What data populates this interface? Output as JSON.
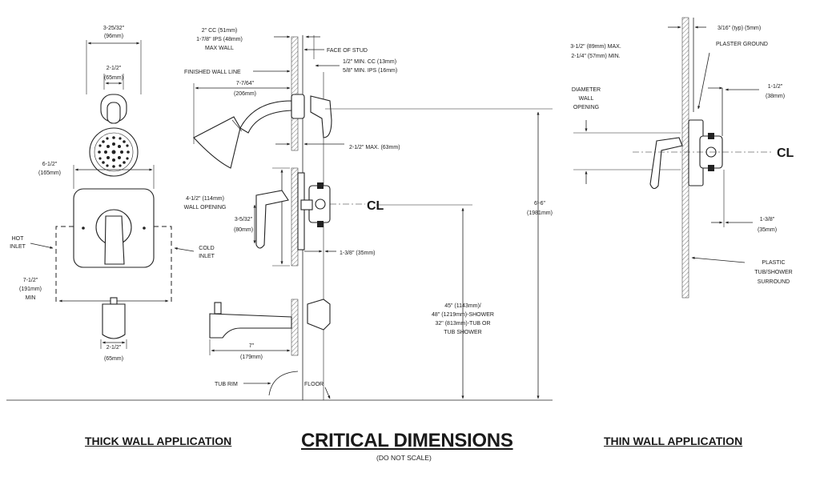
{
  "captions": {
    "thick": "THICK WALL APPLICATION",
    "title": "CRITICAL DIMENSIONS",
    "note": "(DO NOT SCALE)",
    "thin": "THIN WALL APPLICATION"
  },
  "front": {
    "top_width": "3-25/32\"",
    "top_width_mm": "(96mm)",
    "arm_width": "2-1/2\"",
    "arm_width_mm": "(65mm)",
    "plate_width": "6-1/2\"",
    "plate_width_mm": "(165mm)",
    "hot": [
      "HOT",
      "INLET"
    ],
    "cold": [
      "COLD",
      "INLET"
    ],
    "min_spacing": [
      "7-1/2\"",
      "(191mm)",
      "MIN"
    ],
    "spout_width": "2-1/2\"",
    "spout_width_mm": "(65mm)"
  },
  "side": {
    "cc": [
      "2\" CC (51mm)",
      "1-7/8\" IPS (48mm)",
      "MAX WALL"
    ],
    "face_of_stud": "FACE OF STUD",
    "finished_wall": "FINISHED WALL LINE",
    "min_cc": [
      "1/2\" MIN. CC (13mm)",
      "5/8\" MIN. IPS (16mm)"
    ],
    "arm_reach": "7-7/64\"",
    "arm_reach_mm": "(206mm)",
    "max_63": "2-1/2\" MAX. (63mm)",
    "wall_opening": [
      "4-1/2\" (114mm)",
      "WALL OPENING"
    ],
    "cl": "CL",
    "handle_drop": "3-5/32\"",
    "handle_drop_mm": "(80mm)",
    "depth_35": "1-3/8\" (35mm)",
    "height": "6'-6\"",
    "height_mm": "(1981mm)",
    "valve_height": [
      "45\" (1143mm)/",
      "48\" (1219mm)-SHOWER",
      "32\" (813mm)-TUB OR",
      "TUB SHOWER"
    ],
    "spout_reach": "7\"",
    "spout_reach_mm": "(179mm)",
    "tub_rim": "TUB RIM",
    "floor": "FLOOR"
  },
  "thin": {
    "typ": "3/16\" (typ) (5mm)",
    "plaster": "PLASTER GROUND",
    "max_min": [
      "3-1/2\" (89mm) MAX.",
      "2-1/4\" (57mm) MIN."
    ],
    "diameter": [
      "DIAMETER",
      "WALL",
      "OPENING"
    ],
    "one_half": "1-1/2\"",
    "one_half_mm": "(38mm)",
    "cl": "CL",
    "three_eighths": "1-3/8\"",
    "three_eighths_mm": "(35mm)",
    "surround": [
      "PLASTIC",
      "TUB/SHOWER",
      "SURROUND"
    ]
  }
}
